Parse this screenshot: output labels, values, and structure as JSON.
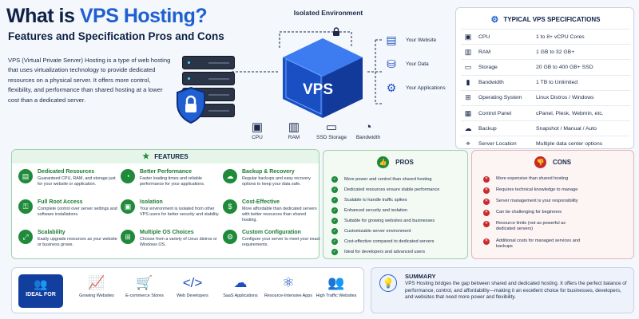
{
  "header": {
    "title_prefix": "What is ",
    "title_highlight": "VPS Hosting?",
    "subtitle": "Features and Specification Pros and Cons",
    "intro": "VPS (Virtual Private Server) Hosting is a type of web hosting that uses virtualization technology to provide dedicated resources on a physical server. It offers more control, flexibility, and performance than shared hosting at a lower cost than a dedicated server."
  },
  "hero": {
    "isolated_label": "Isolated Environment",
    "cube_label": "VPS",
    "components": [
      {
        "label": "CPU",
        "icon": "cpu-icon"
      },
      {
        "label": "RAM",
        "icon": "ram-icon"
      },
      {
        "label": "SSD Storage",
        "icon": "ssd-icon"
      },
      {
        "label": "Bandwidth",
        "icon": "gauge-icon"
      }
    ],
    "outputs": [
      {
        "label": "Your Website",
        "icon": "browser-icon"
      },
      {
        "label": "Your Data",
        "icon": "database-icon"
      },
      {
        "label": "Your Applications",
        "icon": "gear-icon"
      }
    ]
  },
  "specs": {
    "title": "TYPICAL VPS SPECIFICATIONS",
    "rows": [
      {
        "label": "CPU",
        "value": "1 to 8+ vCPU Cores",
        "icon": "cpu-icon"
      },
      {
        "label": "RAM",
        "value": "1 GB to 32 GB+",
        "icon": "ram-icon"
      },
      {
        "label": "Storage",
        "value": "20 GB to 400 GB+ SSD",
        "icon": "storage-icon"
      },
      {
        "label": "Bandwidth",
        "value": "1 TB to Unlimited",
        "icon": "bandwidth-icon"
      },
      {
        "label": "Operating System",
        "value": "Linux Distros / Windows",
        "icon": "os-icon"
      },
      {
        "label": "Control Panel",
        "value": "cPanel, Plesk, Webmin, etc.",
        "icon": "panel-icon"
      },
      {
        "label": "Backup",
        "value": "Snapshot / Manual / Auto",
        "icon": "backup-icon"
      },
      {
        "label": "Server Location",
        "value": "Multiple data center options",
        "icon": "location-icon"
      }
    ]
  },
  "features": {
    "title": "FEATURES",
    "items": [
      {
        "title": "Dedicated Resources",
        "desc": "Guaranteed CPU, RAM, and storage just for your website or application.",
        "icon": "server-icon"
      },
      {
        "title": "Better Performance",
        "desc": "Faster loading times and reliable performance for your applications.",
        "icon": "speed-icon"
      },
      {
        "title": "Backup & Recovery",
        "desc": "Regular backups and easy recovery options to keep your data safe.",
        "icon": "backup-icon"
      },
      {
        "title": "Full Root Access",
        "desc": "Complete control over server settings and software installations.",
        "icon": "key-icon"
      },
      {
        "title": "Isolation",
        "desc": "Your environment is isolated from other VPS users for better security and stability.",
        "icon": "isolation-icon"
      },
      {
        "title": "Cost-Effective",
        "desc": "More affordable than dedicated servers with better resources than shared hosting.",
        "icon": "money-icon"
      },
      {
        "title": "Scalability",
        "desc": "Easily upgrade resources as your website or business grows.",
        "icon": "scale-icon"
      },
      {
        "title": "Multiple OS Choices",
        "desc": "Choose from a variety of Linux distros or Windows OS.",
        "icon": "os-icon"
      },
      {
        "title": "Custom Configuration",
        "desc": "Configure your server to meet your exact requirements.",
        "icon": "config-icon"
      }
    ]
  },
  "pros": {
    "title": "PROS",
    "items": [
      "More power and control than shared hosting",
      "Dedicated resources ensure stable performance",
      "Scalable to handle traffic spikes",
      "Enhanced security and isolation",
      "Suitable for growing websites and businesses",
      "Customizable server environment",
      "Cost-effective compared to dedicated servers",
      "Ideal for developers and advanced users"
    ]
  },
  "cons": {
    "title": "CONS",
    "items": [
      "More expensive than shared hosting",
      "Requires technical knowledge to manage",
      "Server management is your responsibility",
      "Can be challenging for beginners",
      "Resource limits (not as powerful as dedicated servers)",
      "Additional costs for managed services and backups"
    ]
  },
  "ideal_for": {
    "label": "IDEAL FOR",
    "items": [
      {
        "label": "Growing Websites",
        "icon": "growth-chart-icon"
      },
      {
        "label": "E-commerce Stores",
        "icon": "cart-icon"
      },
      {
        "label": "Web Developers",
        "icon": "code-icon"
      },
      {
        "label": "SaaS Applications",
        "icon": "saas-cloud-icon"
      },
      {
        "label": "Resource-Intensive Apps",
        "icon": "cluster-icon"
      },
      {
        "label": "High Traffic Websites",
        "icon": "users-icon"
      }
    ]
  },
  "summary": {
    "title": "SUMMARY",
    "text": "VPS Hosting bridges the gap between shared and dedicated hosting. It offers the perfect balance of performance, control, and affordability—making it an excellent choice for businesses, developers, and websites that need more power and flexibility."
  },
  "colors": {
    "brand_blue": "#1f5fd1",
    "navy": "#0f2146",
    "pro_green": "#1e8a3a",
    "con_red": "#c8292c"
  }
}
